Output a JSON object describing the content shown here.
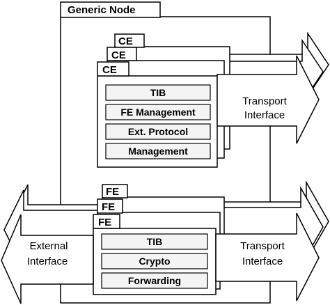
{
  "node": {
    "title": "Generic Node"
  },
  "ce_group": {
    "tabs": [
      "CE",
      "CE",
      "CE"
    ],
    "modules": [
      "TIB",
      "FE Management",
      "Ext. Protocol",
      "Management"
    ],
    "transport_interface": [
      "Transport",
      "Interface"
    ]
  },
  "fe_group": {
    "tabs": [
      "FE",
      "FE",
      "FE"
    ],
    "modules": [
      "TIB",
      "Crypto",
      "Forwarding"
    ],
    "transport_interface": [
      "Transport",
      "Interface"
    ],
    "external_interface": [
      "External",
      "Interface"
    ]
  },
  "colors": {
    "stroke": "#000000",
    "fill": "#ffffff",
    "module_fill": "#f4f4f4"
  }
}
